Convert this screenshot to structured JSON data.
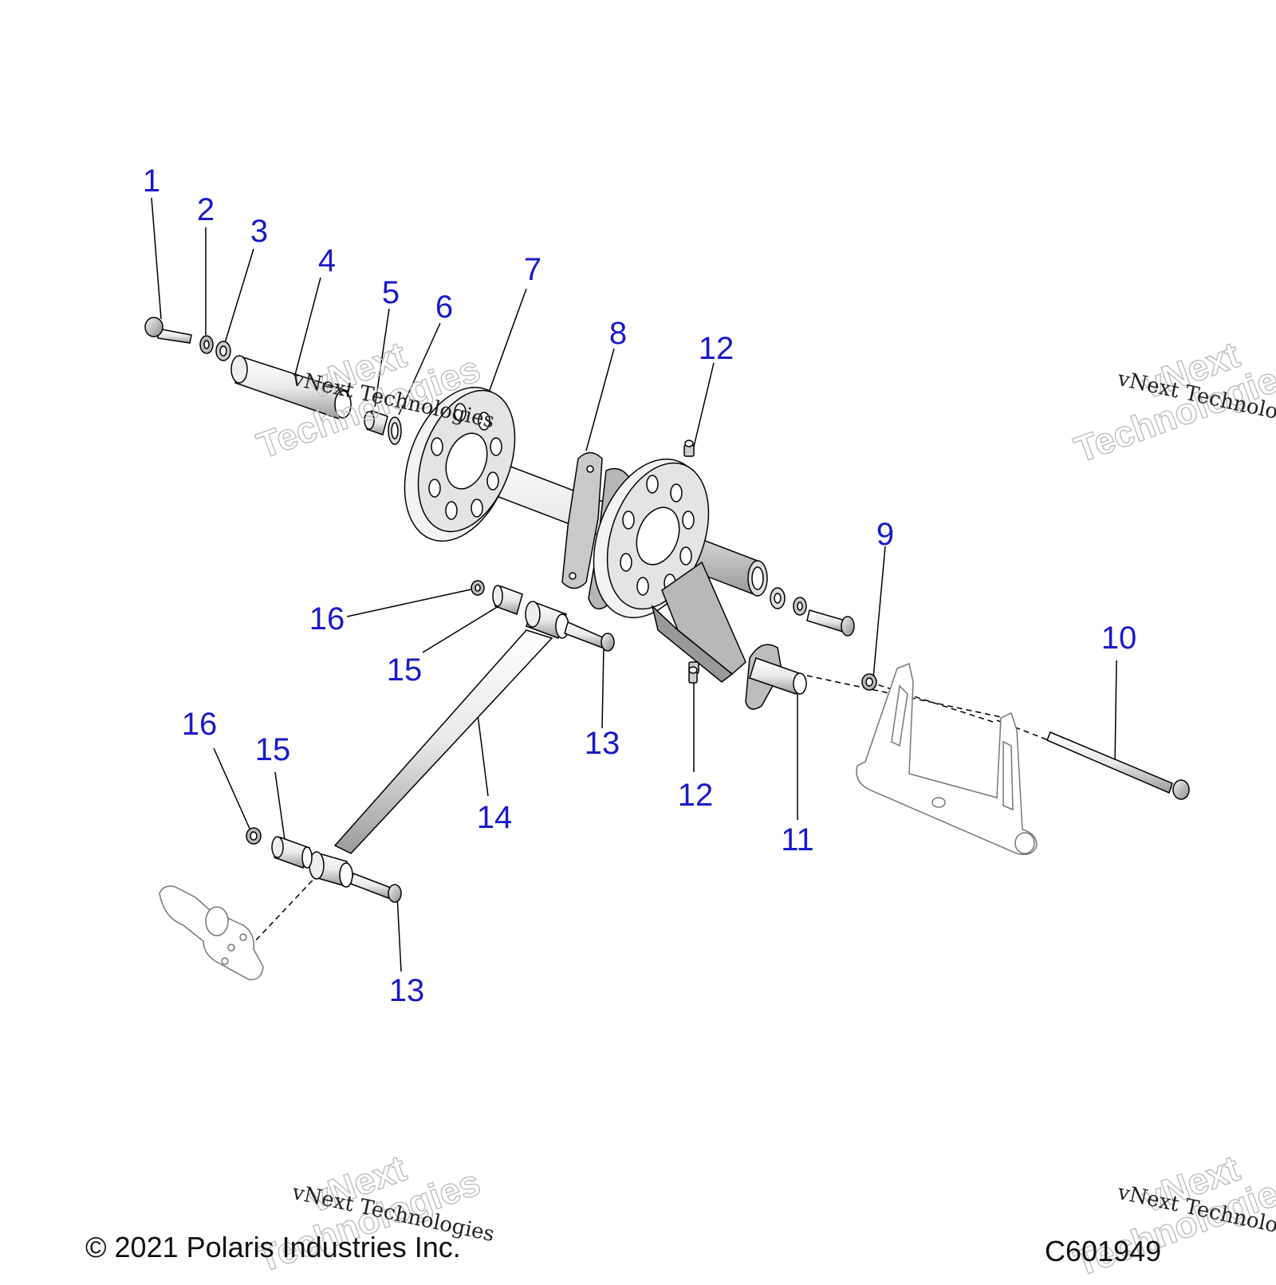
{
  "callouts": [
    {
      "id": "c1",
      "label": "1"
    },
    {
      "id": "c2",
      "label": "2"
    },
    {
      "id": "c3",
      "label": "3"
    },
    {
      "id": "c4",
      "label": "4"
    },
    {
      "id": "c5",
      "label": "5"
    },
    {
      "id": "c6",
      "label": "6"
    },
    {
      "id": "c7",
      "label": "7"
    },
    {
      "id": "c8",
      "label": "8"
    },
    {
      "id": "c12a",
      "label": "12"
    },
    {
      "id": "c9",
      "label": "9"
    },
    {
      "id": "c10",
      "label": "10"
    },
    {
      "id": "c16a",
      "label": "16"
    },
    {
      "id": "c15a",
      "label": "15"
    },
    {
      "id": "c13a",
      "label": "13"
    },
    {
      "id": "c12b",
      "label": "12"
    },
    {
      "id": "c11",
      "label": "11"
    },
    {
      "id": "c14",
      "label": "14"
    },
    {
      "id": "c16b",
      "label": "16"
    },
    {
      "id": "c15b",
      "label": "15"
    },
    {
      "id": "c13b",
      "label": "13"
    }
  ],
  "copyright": "© 2021 Polaris Industries Inc.",
  "diagram_code": "C601949",
  "watermark": {
    "line": "vNext Technologies",
    "outline_top": "vNext",
    "outline_bottom": "Technologies"
  },
  "colors": {
    "callout": "#1a1acc",
    "line": "#000000",
    "ghost": "#8c8c8c"
  }
}
